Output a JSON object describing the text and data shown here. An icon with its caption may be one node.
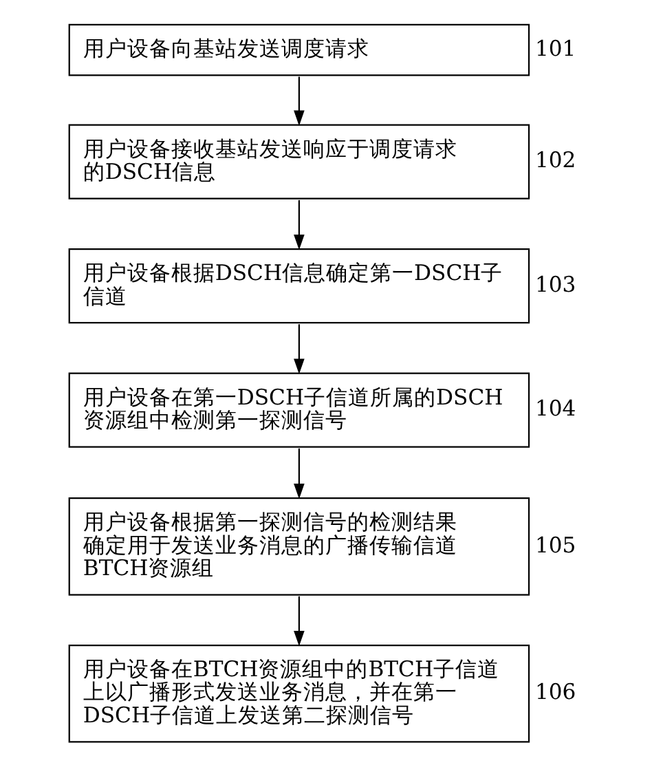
{
  "diagram": {
    "nodes": [
      {
        "text": [
          "用户设备向基站发送调度请求"
        ],
        "beside": [
          "101"
        ]
      },
      {
        "text": [
          "用户设备接收基站发送响应于调度请求的DSCH信息"
        ],
        "beside": [
          "102"
        ]
      },
      {
        "text": [
          "用户设备根据DSCH信息确定第一DSCH子信道"
        ],
        "beside": [
          "103"
        ]
      },
      {
        "text": [
          "用户设备在第一DSCH子信道所属的DSCH资源组中检测第一探测信号"
        ],
        "beside": [
          "104"
        ]
      },
      {
        "text": [
          "用户设备根据第一探测信号的检测结果确定用于发送业务消息的广播传输信道BTCH资源组"
        ],
        "beside": [
          "105"
        ]
      },
      {
        "text": [
          "用户设备在BTCH资源组中的BTCH子信道上以广播形式发送业务消息，并在第一DSCH子信道上发送第二探测信号"
        ],
        "beside": [
          "106"
        ]
      }
    ],
    "edges": [
      {
        "from": 0,
        "to": 1,
        "arrow": "to"
      },
      {
        "from": 1,
        "to": 2,
        "arrow": "to"
      },
      {
        "from": 2,
        "to": 3,
        "arrow": "to"
      },
      {
        "from": 3,
        "to": 4,
        "arrow": "to"
      },
      {
        "from": 4,
        "to": 5,
        "arrow": "to"
      }
    ]
  }
}
